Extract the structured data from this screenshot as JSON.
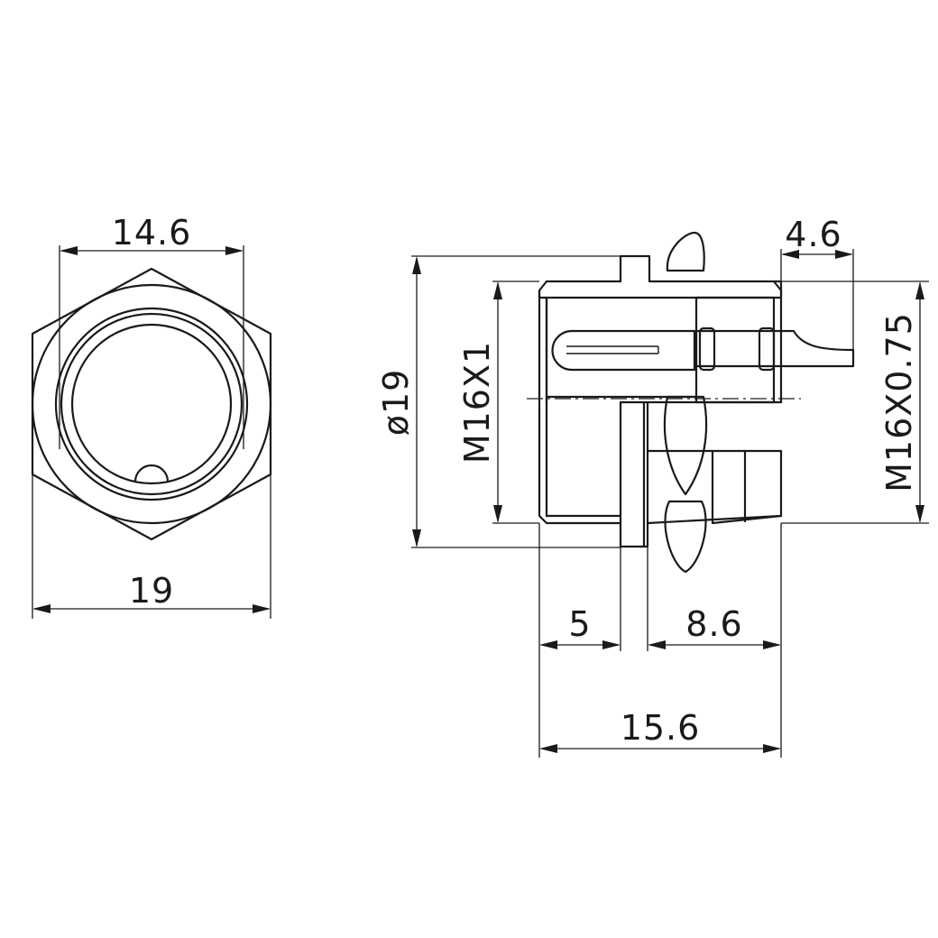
{
  "colors": {
    "line": "#1a1a1a",
    "background": "#ffffff"
  },
  "dimensions": {
    "front_inner_width": "14.6",
    "front_outer_width": "19",
    "flange_diameter": "ø19",
    "thread_body": "M16X1",
    "thread_rear": "M16X0.75",
    "rear_length": "4.6",
    "front_length": "5",
    "middle_length": "8.6",
    "total_length": "15.6"
  }
}
